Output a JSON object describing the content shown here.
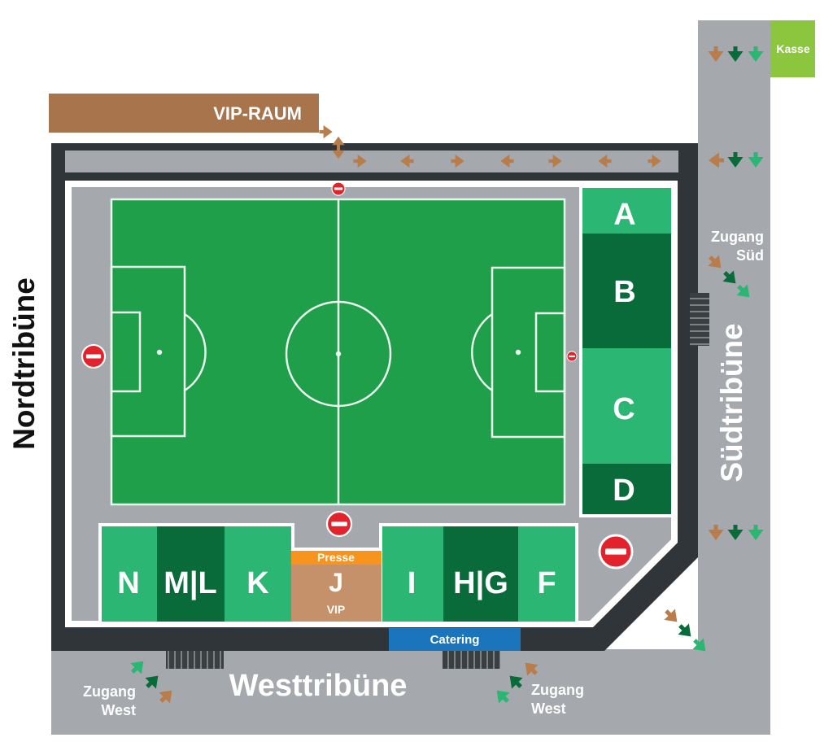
{
  "kasse": {
    "label": "Kasse",
    "color": "#8cc63e"
  },
  "vip_room": {
    "label": "VIP-RAUM",
    "color": "#a8744b"
  },
  "stands": {
    "north": "Nordtribüne",
    "south": "Südtribüne",
    "west": "Westtribüne"
  },
  "entrances": {
    "south": {
      "line1": "Zugang",
      "line2": "Süd"
    },
    "west_left": {
      "line1": "Zugang",
      "line2": "West"
    },
    "west_right": {
      "line1": "Zugang",
      "line2": "West"
    }
  },
  "sections": {
    "east": [
      {
        "label": "A",
        "color": "#2bb673"
      },
      {
        "label": "B",
        "color": "#0a6b3a"
      },
      {
        "label": "C",
        "color": "#2bb673"
      },
      {
        "label": "D",
        "color": "#0a6b3a"
      }
    ],
    "west": [
      {
        "label": "N",
        "color": "#2bb673"
      },
      {
        "label": "M|L",
        "color": "#0a6b3a"
      },
      {
        "label": "K",
        "color": "#2bb673"
      },
      {
        "label": "J",
        "header": "Presse",
        "sublabel": "VIP",
        "color": "#c4916a",
        "header_color": "#f7941d"
      },
      {
        "label": "I",
        "color": "#2bb673"
      },
      {
        "label": "H|G",
        "color": "#0a6b3a"
      },
      {
        "label": "F",
        "color": "#2bb673"
      }
    ]
  },
  "catering": {
    "label": "Catering",
    "color": "#1b75bc"
  },
  "colors": {
    "pitch": "#1f9f4a",
    "walkway": "#a5a8ac",
    "wall": "#2f3538",
    "border": "#ffffff",
    "route_vip": "#b87d4b",
    "route_dark": "#0a6b3a",
    "route_light": "#2bb673",
    "no_entry": "#e2232b",
    "north_label": "#111111"
  }
}
